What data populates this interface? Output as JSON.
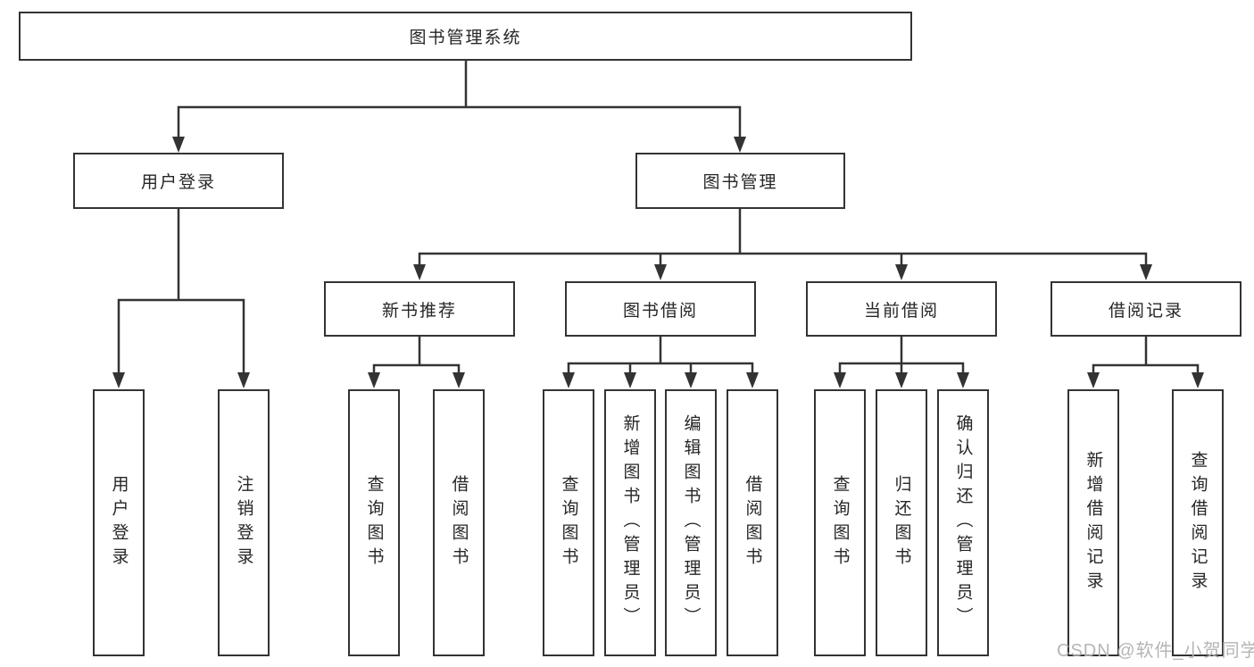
{
  "diagram": {
    "nodes": {
      "root": "图书管理系统",
      "user_login": "用户登录",
      "book_management": "图书管理",
      "new_book_recommend": "新书推荐",
      "book_borrow": "图书借阅",
      "current_borrow": "当前借阅",
      "borrow_record": "借阅记录",
      "leaves_user_login": [
        "用户登录",
        "注销登录"
      ],
      "leaves_new_book_recommend": [
        "查询图书",
        "借阅图书"
      ],
      "leaves_book_borrow": [
        "查询图书",
        "新增图书（管理员）",
        "编辑图书（管理员）",
        "借阅图书"
      ],
      "leaves_current_borrow": [
        "查询图书",
        "归还图书",
        "确认归还（管理员）"
      ],
      "leaves_borrow_record": [
        "新增借阅记录",
        "查询借阅记录"
      ]
    },
    "hierarchy": [
      {
        "parent": "图书管理系统",
        "children": [
          "用户登录",
          "图书管理"
        ]
      },
      {
        "parent": "用户登录",
        "children": [
          "用户登录",
          "注销登录"
        ]
      },
      {
        "parent": "图书管理",
        "children": [
          "新书推荐",
          "图书借阅",
          "当前借阅",
          "借阅记录"
        ]
      },
      {
        "parent": "新书推荐",
        "children": [
          "查询图书",
          "借阅图书"
        ]
      },
      {
        "parent": "图书借阅",
        "children": [
          "查询图书",
          "新增图书（管理员）",
          "编辑图书（管理员）",
          "借阅图书"
        ]
      },
      {
        "parent": "当前借阅",
        "children": [
          "查询图书",
          "归还图书",
          "确认归还（管理员）"
        ]
      },
      {
        "parent": "借阅记录",
        "children": [
          "新增借阅记录",
          "查询借阅记录"
        ]
      }
    ],
    "watermark": "CSDN @软件_小贺同学",
    "colors": {
      "line": "#333333",
      "text": "#262626",
      "watermark": "#b5b5b5",
      "background": "#ffffff"
    }
  }
}
